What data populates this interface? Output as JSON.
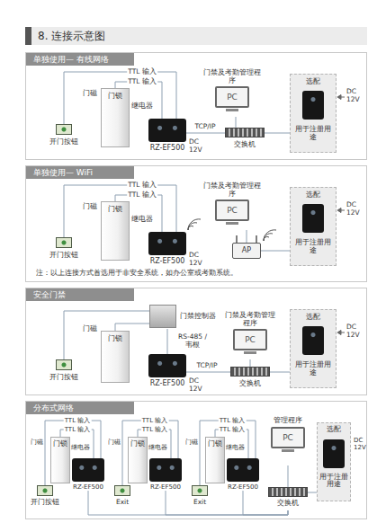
{
  "diagram": {
    "title": "8. 连接示意图",
    "nodes": [
      {
        "text": [
          "单独使用— 有线网络"
        ]
      },
      {
        "text": [
          "开门按钮"
        ],
        "in": 0
      },
      {
        "text": [
          "门锁"
        ],
        "in": 0
      },
      {
        "text": [
          "RZ-EF500"
        ],
        "in": 0
      },
      {
        "text": [
          "门禁及考勤管理程序",
          "PC"
        ],
        "in": 0
      },
      {
        "text": [
          "交换机"
        ],
        "in": 0
      },
      {
        "text": [
          "选配",
          "用于注册用途"
        ],
        "in": 0
      },
      {
        "text": [
          "单独使用— WiFi"
        ]
      },
      {
        "text": [
          "开门按钮"
        ],
        "in": 7
      },
      {
        "text": [
          "门锁"
        ],
        "in": 7
      },
      {
        "text": [
          "RZ-EF500"
        ],
        "in": 7
      },
      {
        "text": [
          "门禁及考勤管理程序",
          "PC"
        ],
        "in": 7
      },
      {
        "text": [
          "AP"
        ],
        "in": 7
      },
      {
        "text": [
          "选配",
          "用于注册用途"
        ],
        "in": 7
      },
      {
        "text": [
          "安全门禁"
        ]
      },
      {
        "text": [
          "开门按钮"
        ],
        "in": 14
      },
      {
        "text": [
          "门锁"
        ],
        "in": 14
      },
      {
        "text": [
          "门禁控制器"
        ],
        "in": 14
      },
      {
        "text": [
          "RZ-EF500"
        ],
        "in": 14
      },
      {
        "text": [
          "门禁及考勤管理程序",
          "PC"
        ],
        "in": 14
      },
      {
        "text": [
          "交换机"
        ],
        "in": 14
      },
      {
        "text": [
          "选配",
          "用于注册用途"
        ],
        "in": 14
      },
      {
        "text": [
          "分布式网络"
        ]
      },
      {
        "text": [
          "开门按钮"
        ],
        "in": 22
      },
      {
        "text": [
          "门锁"
        ],
        "in": 22
      },
      {
        "text": [
          "RZ-EF500"
        ],
        "in": 22
      },
      {
        "text": [
          "Exit"
        ],
        "in": 22
      },
      {
        "text": [
          "门锁"
        ],
        "in": 22
      },
      {
        "text": [
          "RZ-EF500"
        ],
        "in": 22
      },
      {
        "text": [
          "Exit"
        ],
        "in": 22
      },
      {
        "text": [
          "门锁"
        ],
        "in": 22
      },
      {
        "text": [
          "RZ-EF500"
        ],
        "in": 22
      },
      {
        "text": [
          "管理程序",
          "PC"
        ],
        "in": 22
      },
      {
        "text": [
          "交换机"
        ],
        "in": 22
      },
      {
        "text": [
          "选配",
          "用于注册用途"
        ],
        "in": 22
      }
    ],
    "edges": [
      {
        "from": 1,
        "to": 3,
        "label": "TTL 输入",
        "arrow": "none"
      },
      {
        "from": 2,
        "to": 3,
        "label": "TTL 输入",
        "arrow": "none"
      },
      {
        "from": 3,
        "to": 5,
        "label": "TCP/IP",
        "arrow": "none"
      },
      {
        "from": 4,
        "to": 5,
        "arrow": "none"
      },
      {
        "from": 5,
        "to": 6,
        "arrow": "none"
      },
      {
        "from": 8,
        "to": 10,
        "label": "TTL 输入",
        "arrow": "none"
      },
      {
        "from": 9,
        "to": 10,
        "label": "TTL 输入",
        "arrow": "none"
      },
      {
        "from": 11,
        "to": 12,
        "arrow": "none"
      },
      {
        "from": 12,
        "to": 13,
        "arrow": "none"
      },
      {
        "from": 15,
        "to": 17,
        "arrow": "none"
      },
      {
        "from": 16,
        "to": 17,
        "arrow": "none"
      },
      {
        "from": 17,
        "to": 18,
        "label": "RS-485 / 韦根",
        "arrow": "none"
      },
      {
        "from": 18,
        "to": 20,
        "label": "TCP/IP",
        "arrow": "none"
      },
      {
        "from": 19,
        "to": 20,
        "arrow": "none"
      },
      {
        "from": 20,
        "to": 21,
        "arrow": "none"
      },
      {
        "from": 23,
        "to": 25,
        "label": "TTL 输入",
        "arrow": "none"
      },
      {
        "from": 24,
        "to": 25,
        "label": "TTL 输入",
        "arrow": "none"
      },
      {
        "from": 26,
        "to": 28,
        "label": "TTL 输入",
        "arrow": "none"
      },
      {
        "from": 27,
        "to": 28,
        "label": "TTL 输入",
        "arrow": "none"
      },
      {
        "from": 29,
        "to": 31,
        "label": "TTL 输入",
        "arrow": "none"
      },
      {
        "from": 30,
        "to": 31,
        "label": "TTL 输入",
        "arrow": "none"
      },
      {
        "from": 25,
        "to": 33,
        "arrow": "none"
      },
      {
        "from": 28,
        "to": 33,
        "arrow": "none"
      },
      {
        "from": 31,
        "to": 33,
        "arrow": "none"
      },
      {
        "from": 32,
        "to": 33,
        "arrow": "none"
      },
      {
        "from": 33,
        "to": 34,
        "arrow": "none"
      }
    ],
    "labels": [
      "门磁",
      "继电器",
      "DC 12V",
      "DC 12V",
      "门磁",
      "继电器",
      "DC 12V",
      "DC 12V",
      "注：以上连接方式首选用于非安全系统，如办公室或考勤系统。",
      "门磁",
      "DC 12V",
      "DC 12V",
      "门磁",
      "继电器",
      "门磁",
      "继电器",
      "门磁",
      "继电器",
      "DC 12V"
    ]
  }
}
